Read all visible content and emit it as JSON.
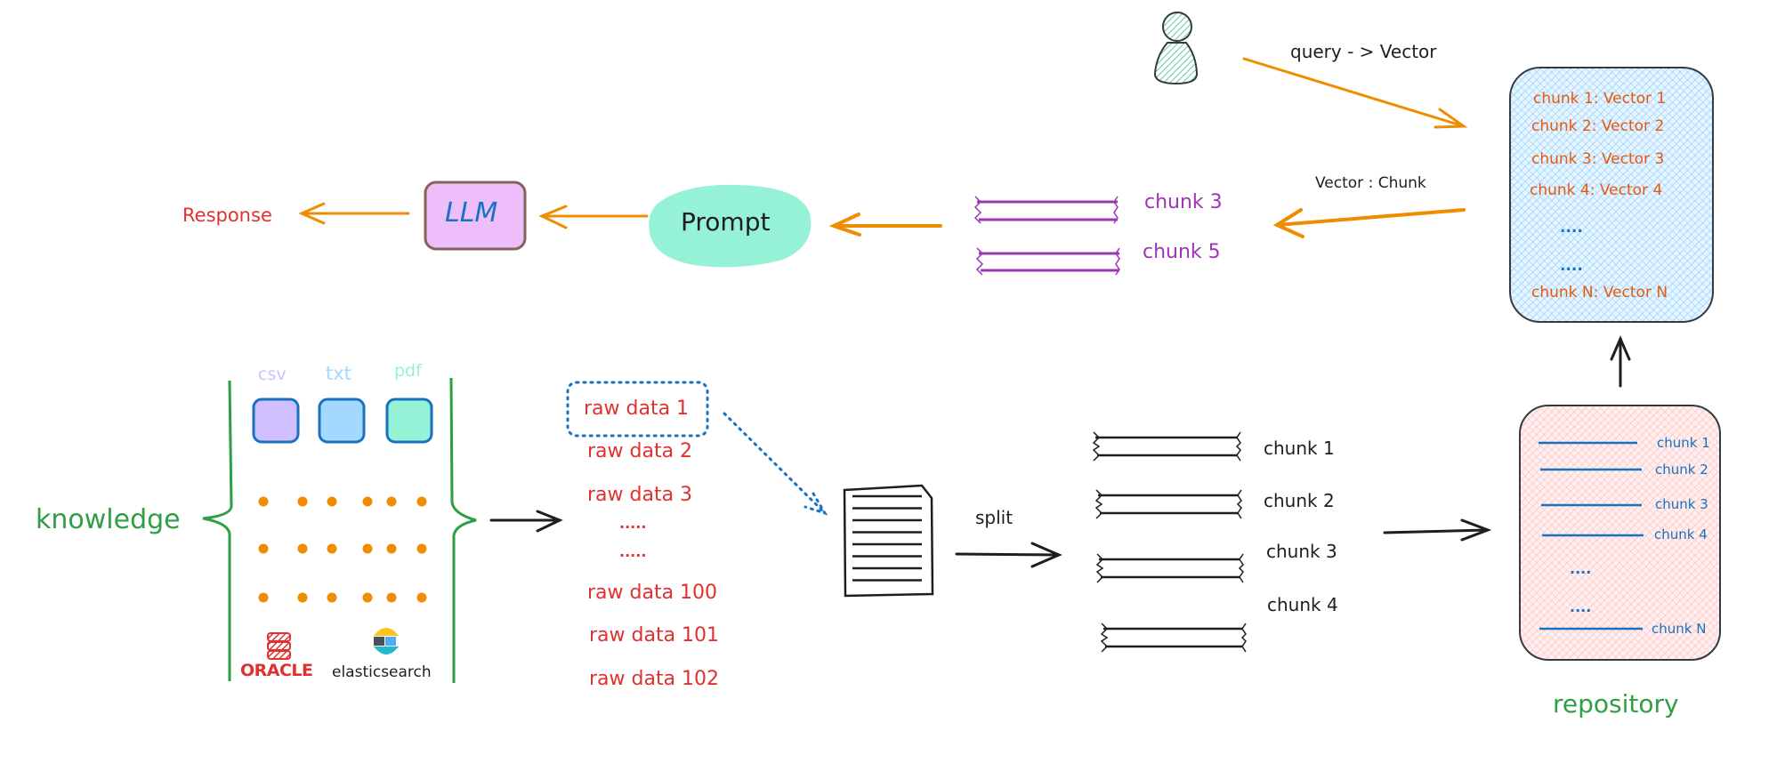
{
  "colors": {
    "orange_arrow": "#f08c00",
    "black_arrow": "#1e1e1e",
    "red_text": "#e03131",
    "green": "#2f9e44",
    "purple": "#9c36b5",
    "vector_text": "#e8590c",
    "blue": "#1971c2",
    "llm_fill": "#eebefa",
    "llm_stroke": "#846358",
    "prompt_fill": "#96f2d7",
    "person_fill": "#96f2d7",
    "vector_store_fill": "#a5d8ff",
    "repository_fill": "#ffc9c9",
    "csv_fill": "#d0bfff",
    "txt_fill": "#a5d8ff",
    "pdf_fill": "#96f2d7"
  },
  "query_flow": {
    "user_icon": "person-icon",
    "query_label": "query - > Vector",
    "retrieve_label": "Vector : Chunk",
    "retrieved_chunks": [
      "chunk 3",
      "chunk 5"
    ],
    "prompt_label": "Prompt",
    "llm_label": "LLM",
    "response_label": "Response"
  },
  "vector_store": {
    "rows": [
      "chunk 1: Vector 1",
      "chunk 2: Vector 2",
      "chunk 3: Vector 3",
      "chunk 4: Vector 4",
      "....",
      "....",
      "chunk N: Vector N"
    ]
  },
  "knowledge": {
    "label": "knowledge",
    "file_types": [
      "csv",
      "txt",
      "pdf"
    ],
    "db_logos": [
      "ORACLE",
      "elasticsearch"
    ]
  },
  "raw_data": {
    "items": [
      "raw data 1",
      "raw data 2",
      "raw data 3",
      ".....",
      ".....",
      "raw data 100",
      "raw data 101",
      "raw data 102"
    ]
  },
  "split": {
    "label": "split",
    "chunks": [
      "chunk 1",
      "chunk 2",
      "chunk 3",
      "chunk 4"
    ]
  },
  "repository": {
    "label": "repository",
    "rows": [
      "chunk 1",
      "chunk 2",
      "chunk 3",
      "chunk 4",
      "....",
      "....",
      "chunk N"
    ]
  }
}
